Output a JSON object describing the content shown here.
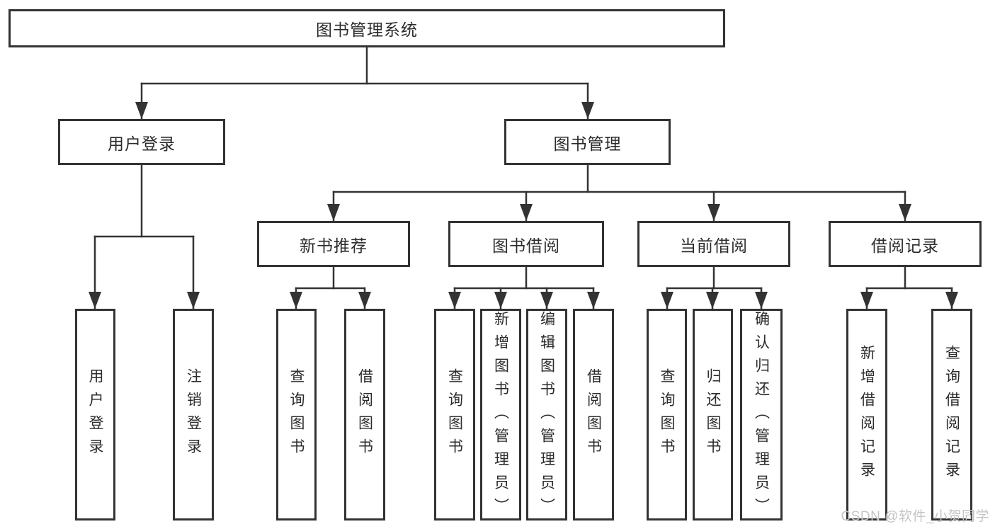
{
  "diagram": {
    "root": "图书管理系统",
    "branches": {
      "user_login": {
        "label": "用户登录",
        "leaves": [
          "用户登录",
          "注销登录"
        ]
      },
      "book_mgmt": {
        "label": "图书管理",
        "sections": {
          "new_book": {
            "label": "新书推荐",
            "leaves": [
              "查询图书",
              "借阅图书"
            ]
          },
          "borrow": {
            "label": "图书借阅",
            "leaves": [
              "查询图书",
              "新增图书（管理员）",
              "编辑图书（管理员）",
              "借阅图书"
            ]
          },
          "current": {
            "label": "当前借阅",
            "leaves": [
              "查询图书",
              "归还图书",
              "确认归还（管理员）"
            ]
          },
          "records": {
            "label": "借阅记录",
            "leaves": [
              "新增借阅记录",
              "查询借阅记录"
            ]
          }
        }
      }
    }
  },
  "watermark": "CSDN @软件_小贺同学",
  "colors": {
    "line": "#333333",
    "text": "#2b2b2b",
    "background": "#ffffff",
    "watermark": "#c5c5c5"
  }
}
